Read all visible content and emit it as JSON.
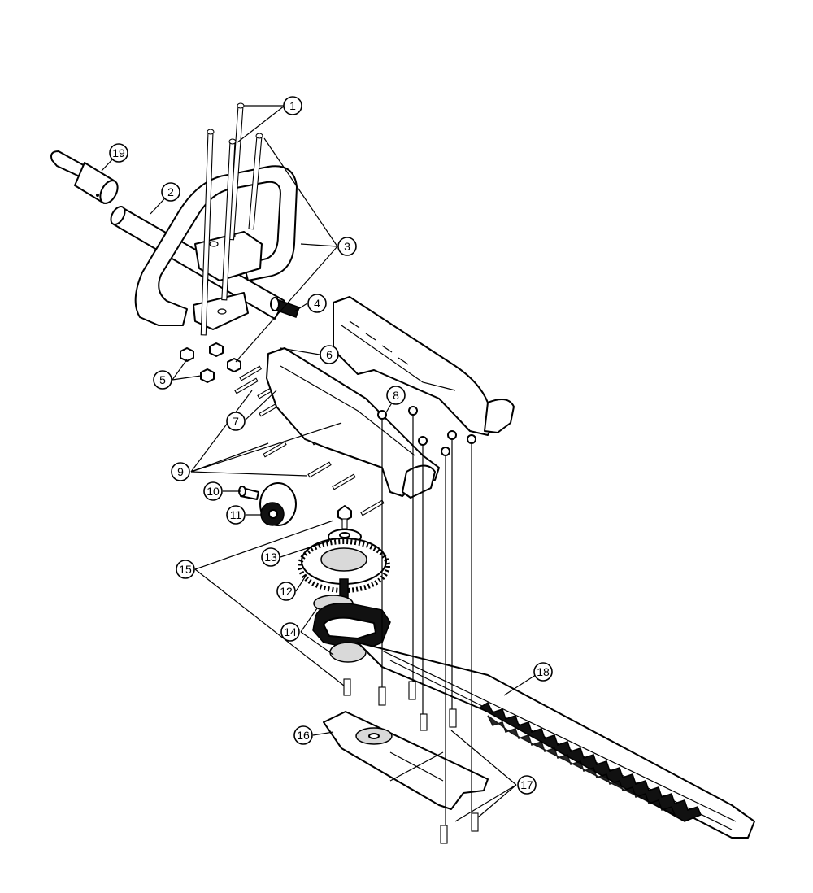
{
  "callouts": [
    {
      "label": "1"
    },
    {
      "label": "2"
    },
    {
      "label": "3"
    },
    {
      "label": "4"
    },
    {
      "label": "5"
    },
    {
      "label": "6"
    },
    {
      "label": "7"
    },
    {
      "label": "8"
    },
    {
      "label": "9"
    },
    {
      "label": "10"
    },
    {
      "label": "11"
    },
    {
      "label": "12"
    },
    {
      "label": "13"
    },
    {
      "label": "14"
    },
    {
      "label": "15"
    },
    {
      "label": "16"
    },
    {
      "label": "17"
    },
    {
      "label": "18"
    },
    {
      "label": "19"
    }
  ]
}
